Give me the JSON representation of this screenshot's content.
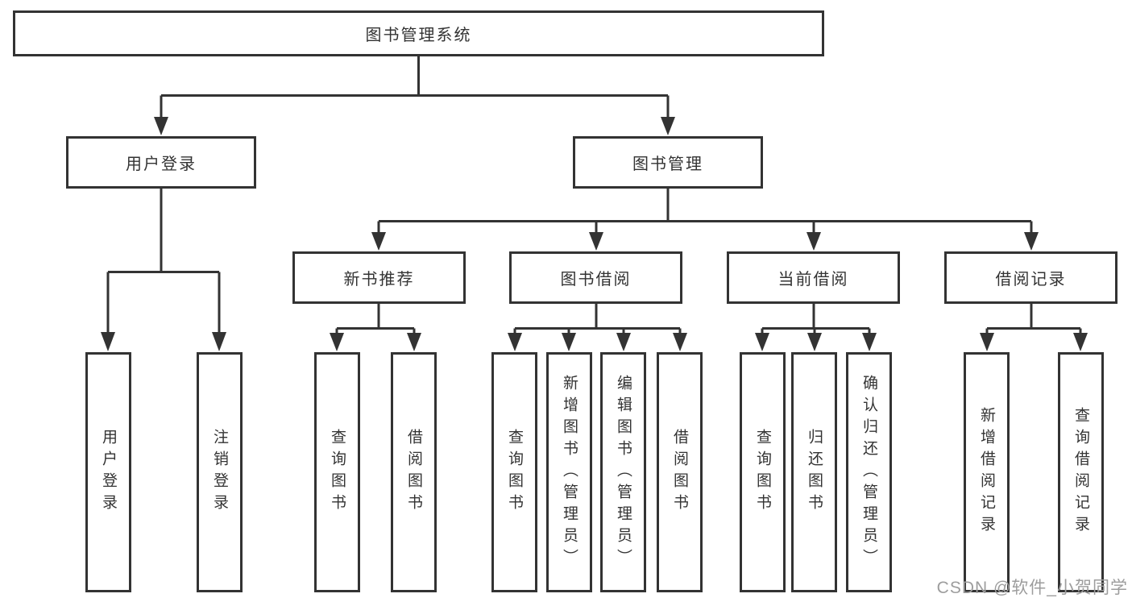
{
  "tree": {
    "root": "图书管理系统",
    "branches": [
      {
        "label": "用户登录",
        "children": [
          "用户登录",
          "注销登录"
        ]
      },
      {
        "label": "图书管理",
        "children": [
          {
            "label": "新书推荐",
            "children": [
              "查询图书",
              "借阅图书"
            ]
          },
          {
            "label": "图书借阅",
            "children": [
              "查询图书",
              "新增图书（管理员）",
              "编辑图书（管理员）",
              "借阅图书"
            ]
          },
          {
            "label": "当前借阅",
            "children": [
              "查询图书",
              "归还图书",
              "确认归还（管理员）"
            ]
          },
          {
            "label": "借阅记录",
            "children": [
              "新增借阅记录",
              "查询借阅记录"
            ]
          }
        ]
      }
    ]
  },
  "watermark": {
    "text": "CSDN @软件_小贺同学"
  },
  "colors": {
    "line": "#333333",
    "text": "#333333",
    "box_background": "#ffffff",
    "watermark": "#9d9d9d"
  }
}
